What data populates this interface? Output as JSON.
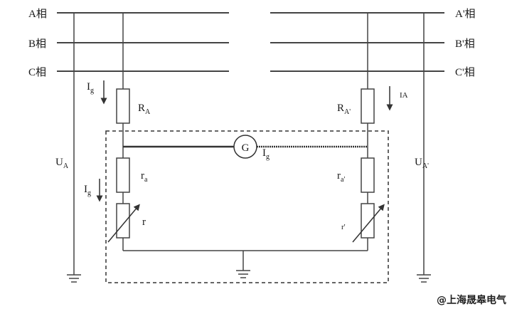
{
  "phases_left": [
    "A相",
    "B相",
    "C相"
  ],
  "phases_right": [
    "A'相",
    "B'相",
    "C'相"
  ],
  "labels": {
    "ig": "I",
    "ig_sub": "g",
    "ra_main": "R",
    "ra_main_sub": "A",
    "ra_prime_main": "R",
    "ra_prime_main_sub": "A'",
    "ua": "U",
    "ua_sub": "A",
    "ua_prime": "U",
    "ua_prime_sub": "A'",
    "ra_small": "r",
    "ra_small_sub": "a",
    "ra_prime_small": "r",
    "ra_prime_small_sub": "a'",
    "r_var": "r",
    "r_prime_var": "r'",
    "galvanometer": "G",
    "ia": "IA"
  },
  "watermark": "@上海晟皋电气"
}
